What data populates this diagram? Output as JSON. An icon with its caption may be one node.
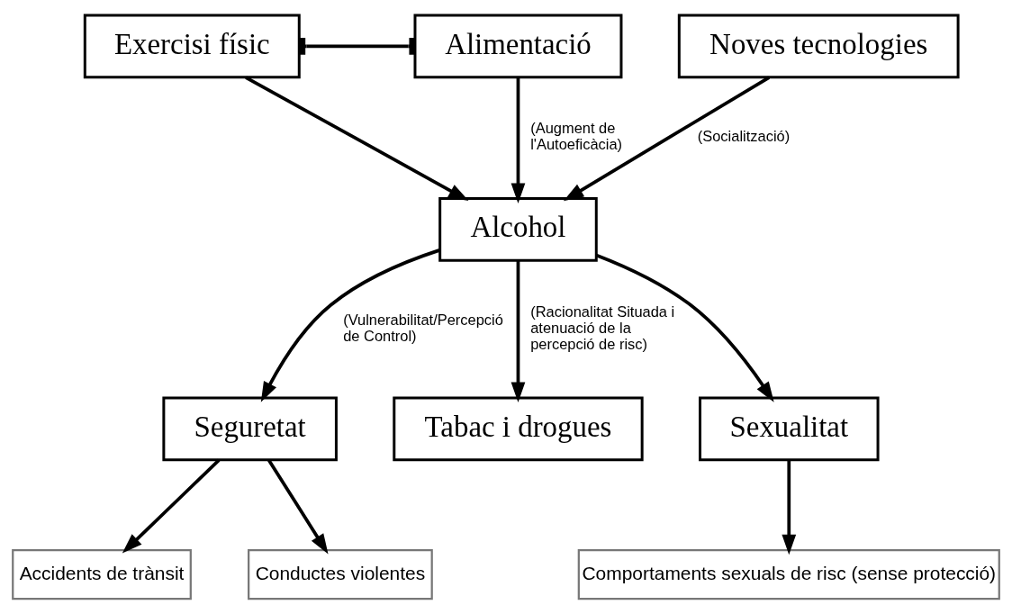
{
  "diagram": {
    "nodes": [
      {
        "text": [
          "Exercisi físic"
        ]
      },
      {
        "text": [
          "Alimentació"
        ]
      },
      {
        "text": [
          "Noves tecnologies"
        ]
      },
      {
        "text": [
          "Alcohol"
        ]
      },
      {
        "text": [
          "Seguretat"
        ]
      },
      {
        "text": [
          "Tabac i drogues"
        ]
      },
      {
        "text": [
          "Sexualitat"
        ]
      },
      {
        "text": [
          "Accidents de trànsit"
        ]
      },
      {
        "text": [
          "Conductes violentes"
        ]
      },
      {
        "text": [
          "Comportaments sexuals de risc (sense protecció)"
        ]
      }
    ],
    "edges": [
      {
        "from": 0,
        "to": 1,
        "arrow": "other"
      },
      {
        "from": 0,
        "to": 3,
        "arrow": "to"
      },
      {
        "from": 1,
        "to": 3,
        "arrow": "to",
        "label": "(Augment de l'Autoeficàcia)"
      },
      {
        "from": 2,
        "to": 3,
        "arrow": "to",
        "label": "(Socialització)"
      },
      {
        "from": 3,
        "to": 4,
        "arrow": "to",
        "label": "(Vulnerabilitat/Percepció de Control)"
      },
      {
        "from": 3,
        "to": 5,
        "arrow": "to",
        "label": "(Racionalitat Situada i atenuació de la percepció de risc)"
      },
      {
        "from": 3,
        "to": 6,
        "arrow": "to"
      },
      {
        "from": 4,
        "to": 7,
        "arrow": "to"
      },
      {
        "from": 4,
        "to": 8,
        "arrow": "to"
      },
      {
        "from": 6,
        "to": 9,
        "arrow": "to"
      }
    ]
  }
}
